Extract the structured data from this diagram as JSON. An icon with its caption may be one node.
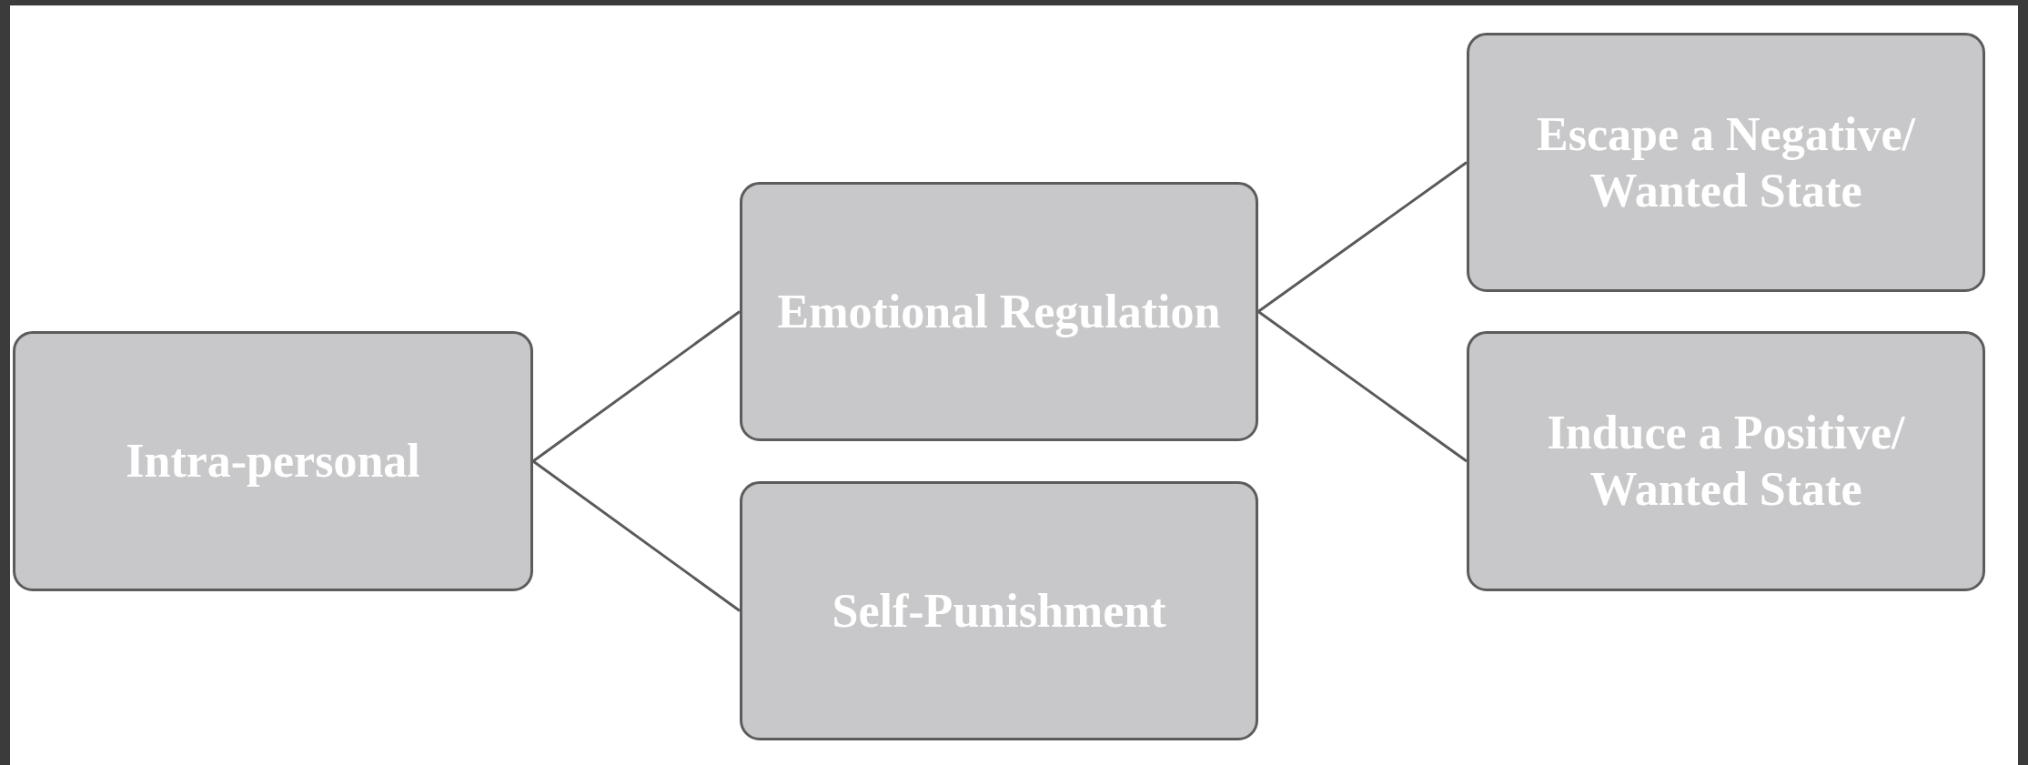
{
  "diagram": {
    "nodes": [
      {
        "text": [
          "Intra-personal"
        ]
      },
      {
        "text": [
          "Emotional Regulation"
        ]
      },
      {
        "text": [
          "Self-Punishment"
        ]
      },
      {
        "text": [
          "Escape a Negative/ Wanted State"
        ]
      },
      {
        "text": [
          "Induce a Positive/ Wanted State"
        ]
      }
    ],
    "edges": [
      {
        "from": 0,
        "to": 1,
        "arrow": "none"
      },
      {
        "from": 0,
        "to": 2,
        "arrow": "none"
      },
      {
        "from": 1,
        "to": 3,
        "arrow": "none"
      },
      {
        "from": 1,
        "to": 4,
        "arrow": "none"
      }
    ]
  }
}
